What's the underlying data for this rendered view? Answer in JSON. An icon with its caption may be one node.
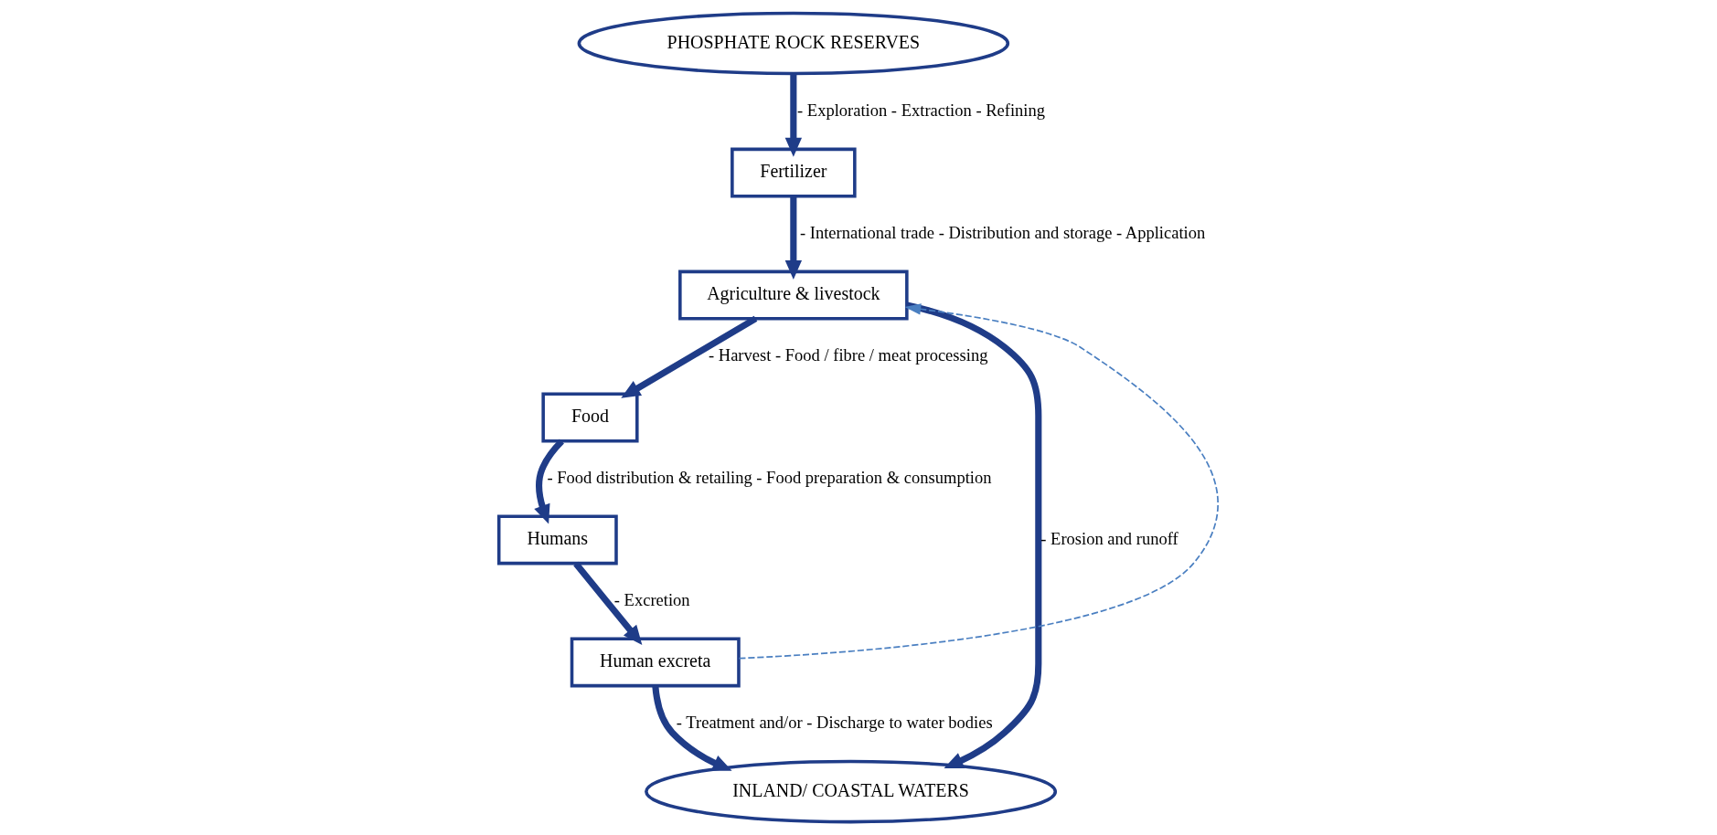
{
  "diagram": {
    "nodes": [
      {
        "text": [
          "PHOSPHATE ROCK RESERVES"
        ]
      },
      {
        "text": [
          "Fertilizer"
        ]
      },
      {
        "text": [
          "Agriculture & livestock"
        ]
      },
      {
        "text": [
          "Food"
        ]
      },
      {
        "text": [
          "Humans"
        ]
      },
      {
        "text": [
          "Human excreta"
        ]
      },
      {
        "text": [
          "INLAND/ COASTAL WATERS"
        ]
      }
    ],
    "edges": [
      {
        "from": 0,
        "to": 1,
        "arrow": "to",
        "label": "- Exploration - Extraction - Refining"
      },
      {
        "from": 1,
        "to": 2,
        "arrow": "to",
        "label": "- International trade - Distribution and storage - Application"
      },
      {
        "from": 2,
        "to": 3,
        "arrow": "to",
        "label": "- Harvest - Food / fibre / meat processing"
      },
      {
        "from": 3,
        "to": 4,
        "arrow": "to",
        "label": "- Food distribution & retailing - Food preparation & consumption"
      },
      {
        "from": 4,
        "to": 5,
        "arrow": "to",
        "label": "- Excretion"
      },
      {
        "from": 5,
        "to": 2,
        "arrow": "to",
        "style": "dashed",
        "color": "#4a7fc1"
      },
      {
        "from": 5,
        "to": 6,
        "arrow": "to",
        "label": "- Treatment and/or - Discharge to water bodies"
      },
      {
        "from": 2,
        "to": 6,
        "arrow": "to",
        "label": "- Erosion and runoff"
      }
    ]
  }
}
